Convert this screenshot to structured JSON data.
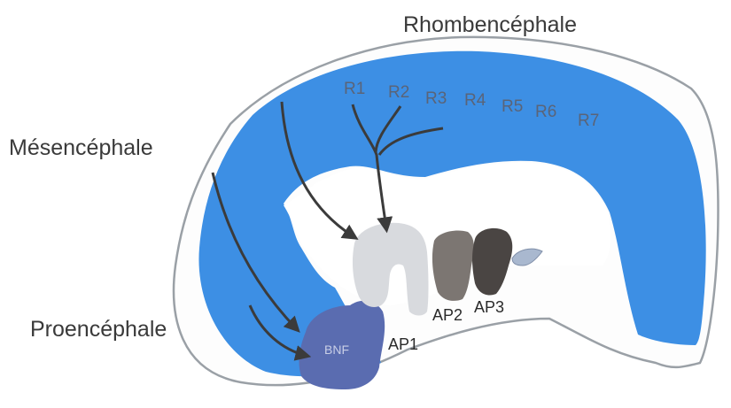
{
  "labels": {
    "rhombencephale": "Rhombencéphale",
    "mesencephale": "Mésencéphale",
    "proencephale": "Proencéphale"
  },
  "segments": [
    "R1",
    "R2",
    "R3",
    "R4",
    "R5",
    "R6",
    "R7"
  ],
  "structures": {
    "bnf": "BNF",
    "ap1": "AP1",
    "ap2": "AP2",
    "ap3": "AP3"
  },
  "colors": {
    "neural_tube": "#3d8fe4",
    "outline": "#9aa0a6",
    "bnf": "#5a6cb0",
    "ap1": "#d8dade",
    "ap2": "#7c7672",
    "ap3": "#4a4543",
    "arrow": "#3b3b3b"
  },
  "icons": {
    "arrow": "arrow-icon"
  }
}
